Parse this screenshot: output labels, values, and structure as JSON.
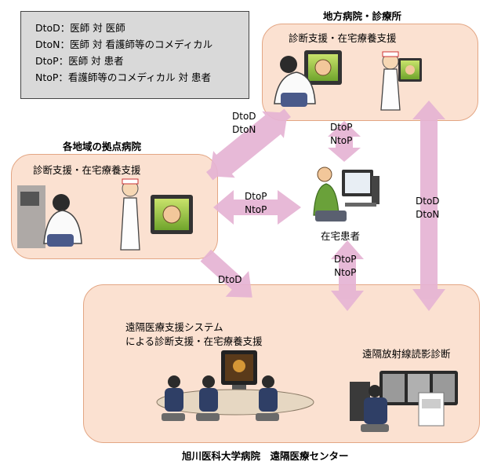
{
  "legend": [
    "DtoD：医師 対 医師",
    "DtoN：医師 対 看護師等のコメディカル",
    "DtoP：医師 対 患者",
    "NtoP：看護師等のコメディカル 対 患者"
  ],
  "regional_clinic": {
    "title": "地方病院・診療所",
    "caption": "診断支援・在宅療養支援"
  },
  "base_hospital": {
    "title": "各地域の拠点病院",
    "caption": "診断支援・在宅療養支援"
  },
  "home_patient": "在宅患者",
  "center": {
    "title": "旭川医科大学病院　遠隔医療センター",
    "system_caption_line1": "遠隔医療支援システム",
    "system_caption_line2": "による診断支援・在宅療養支援",
    "radiology_caption": "遠隔放射線読影診断"
  },
  "arrows": {
    "base_clinic": [
      "DtoD",
      "DtoN"
    ],
    "clinic_home": [
      "DtoP",
      "NtoP"
    ],
    "base_home": [
      "DtoP",
      "NtoP"
    ],
    "home_center": [
      "DtoP",
      "NtoP"
    ],
    "clinic_center": [
      "DtoD",
      "DtoN"
    ],
    "base_center": [
      "DtoD"
    ]
  },
  "colors": {
    "panel_fill": "#fbe1d1",
    "panel_border": "#e3a684",
    "arrow": "#e6b4d4",
    "legend_bg": "#d9d9d9"
  }
}
